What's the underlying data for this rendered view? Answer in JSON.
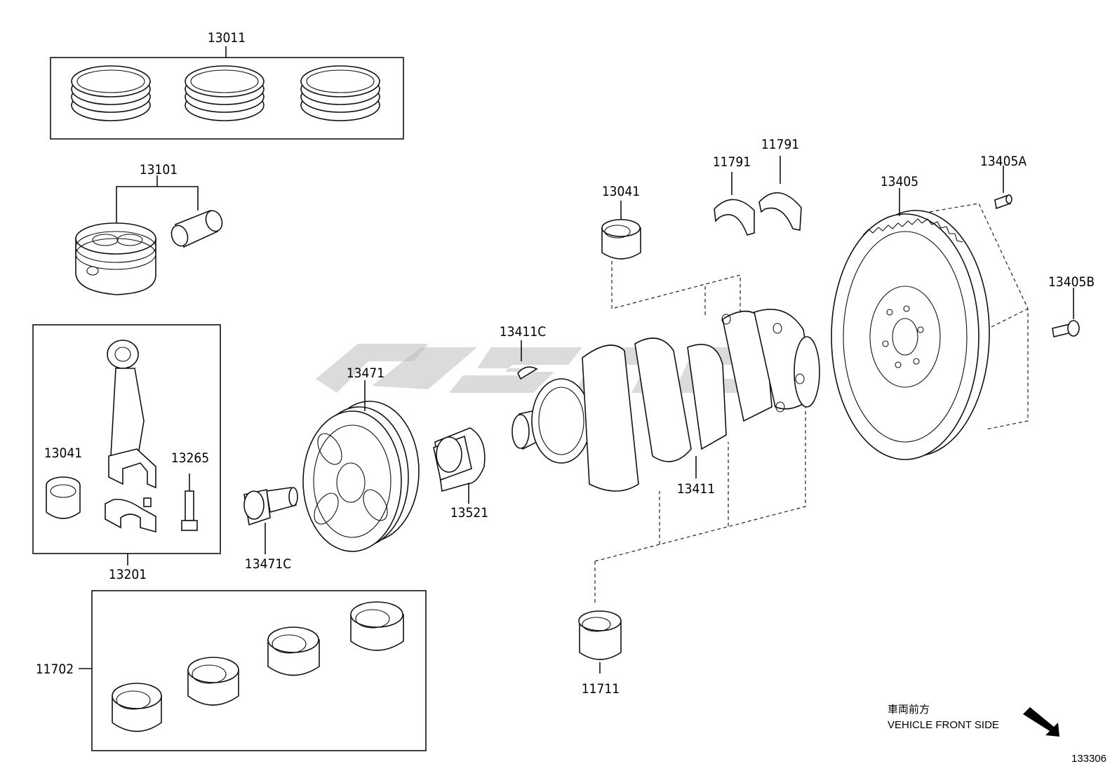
{
  "diagram_id": "133306",
  "orientation": {
    "label_jp": "車両前方",
    "label_en": "VEHICLE FRONT SIDE"
  },
  "parts": [
    {
      "id": "p13011",
      "number": "13011"
    },
    {
      "id": "p13101",
      "number": "13101"
    },
    {
      "id": "p13041a",
      "number": "13041"
    },
    {
      "id": "p13265",
      "number": "13265"
    },
    {
      "id": "p13201",
      "number": "13201"
    },
    {
      "id": "p11702",
      "number": "11702"
    },
    {
      "id": "p13471c",
      "number": "13471C"
    },
    {
      "id": "p13471",
      "number": "13471"
    },
    {
      "id": "p13521",
      "number": "13521"
    },
    {
      "id": "p13411c",
      "number": "13411C"
    },
    {
      "id": "p13041b",
      "number": "13041"
    },
    {
      "id": "p11791a",
      "number": "11791"
    },
    {
      "id": "p11791b",
      "number": "11791"
    },
    {
      "id": "p13411",
      "number": "13411"
    },
    {
      "id": "p11711",
      "number": "11711"
    },
    {
      "id": "p13405",
      "number": "13405"
    },
    {
      "id": "p13405a",
      "number": "13405A"
    },
    {
      "id": "p13405b",
      "number": "13405B"
    }
  ]
}
